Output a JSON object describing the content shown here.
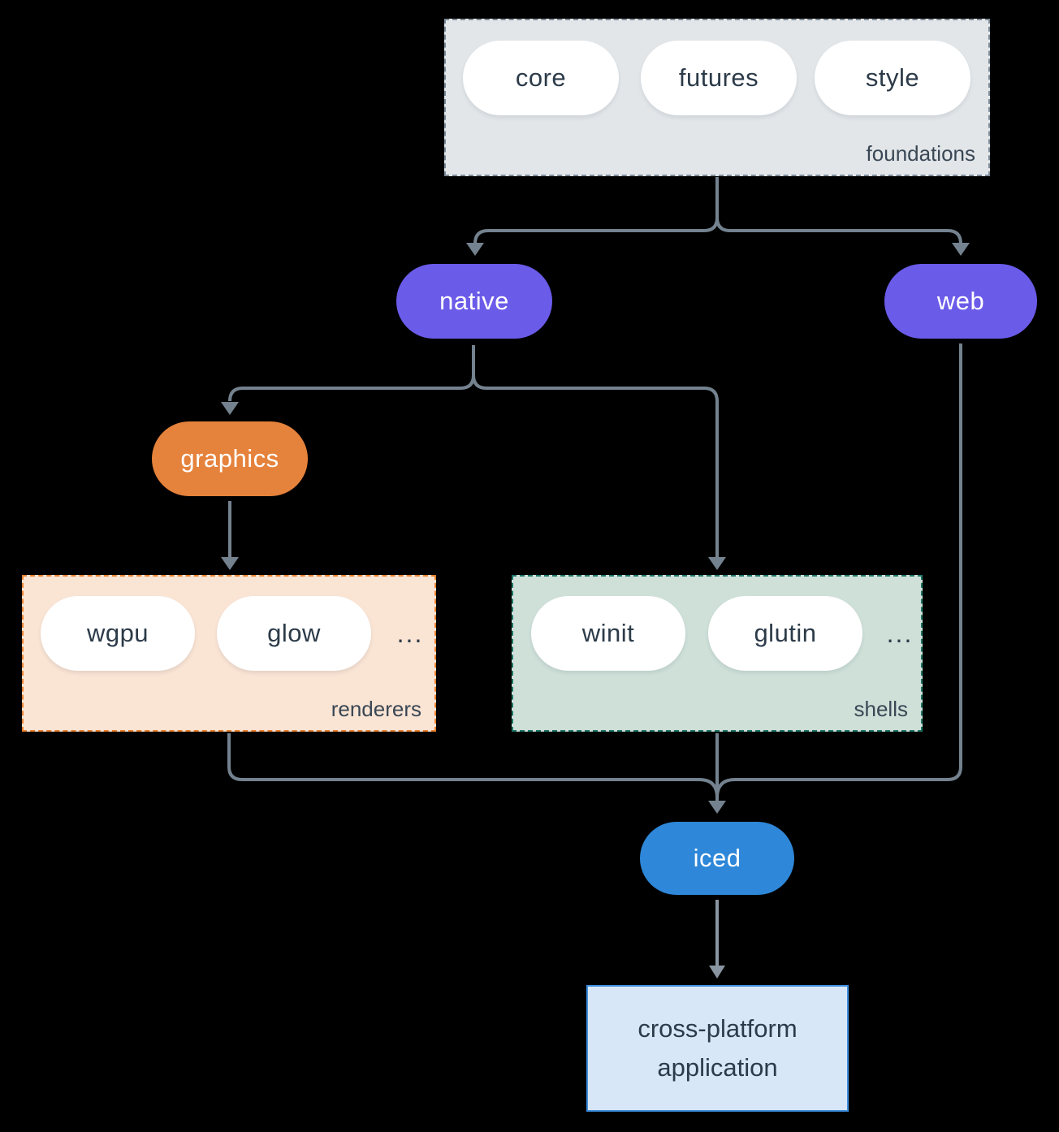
{
  "diagram": {
    "foundations": {
      "label": "foundations",
      "items": [
        "core",
        "futures",
        "style"
      ]
    },
    "native": {
      "label": "native"
    },
    "web": {
      "label": "web"
    },
    "graphics": {
      "label": "graphics"
    },
    "renderers": {
      "label": "renderers",
      "items": [
        "wgpu",
        "glow"
      ],
      "ellipsis": "..."
    },
    "shells": {
      "label": "shells",
      "items": [
        "winit",
        "glutin"
      ],
      "ellipsis": "..."
    },
    "iced": {
      "label": "iced"
    },
    "application": {
      "label": "cross-platform application"
    }
  },
  "colors": {
    "background": "#000000",
    "connector": "#74828F",
    "connector_light": "#8A95A2",
    "node_purple": "#6B5BE9",
    "node_orange": "#E5823B",
    "node_blue": "#2E87D8",
    "foundations_fill": "#E2E6E9",
    "foundations_border": "#7D8B98",
    "renderers_fill": "#FAE4D4",
    "renderers_border": "#E8812E",
    "shells_fill": "#CFE0D9",
    "shells_border": "#1E7767",
    "application_fill": "#D8E7F7",
    "application_border": "#3E8EDE",
    "pill_text": "#2C3B49",
    "group_label_text": "#3A4754"
  }
}
